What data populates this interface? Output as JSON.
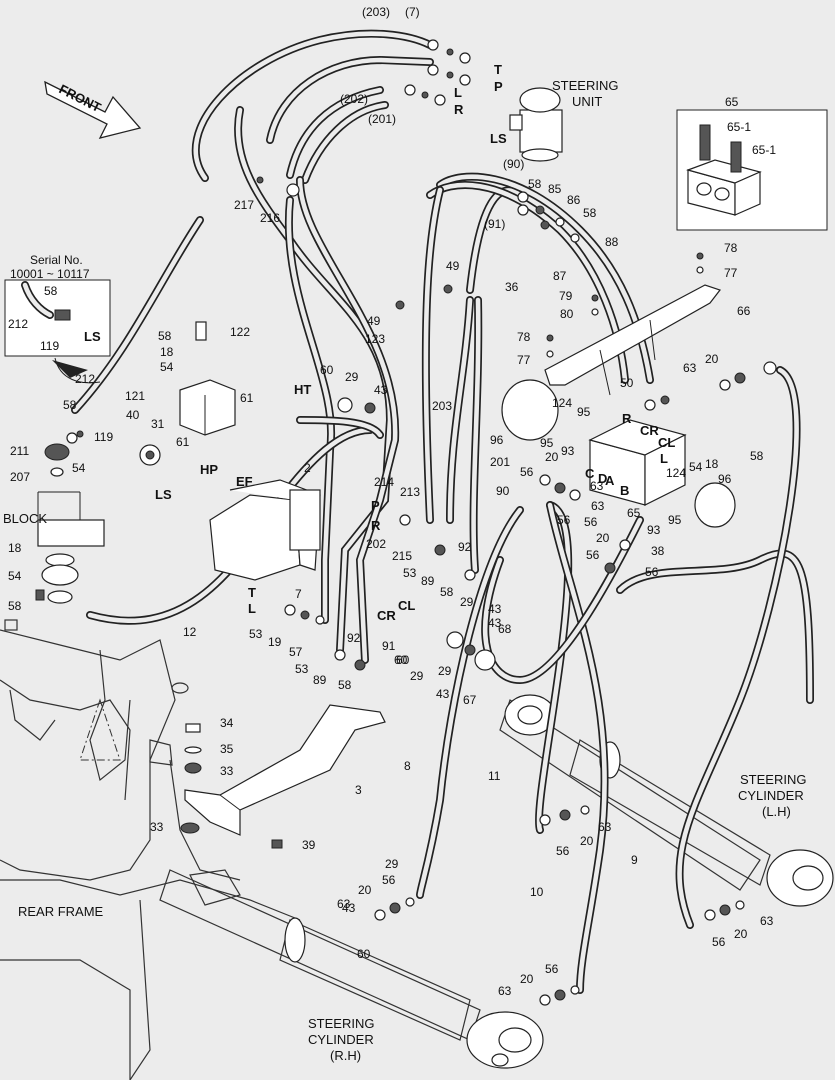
{
  "serial": {
    "title": "Serial No.",
    "range": "10001 ~ 10117"
  },
  "captions": {
    "front": "FRONT",
    "steering_unit": [
      "STEERING",
      "UNIT"
    ],
    "steering_cyl_lh": [
      "STEERING",
      "CYLINDER",
      "(L.H)"
    ],
    "steering_cyl_rh": [
      "STEERING",
      "CYLINDER",
      "(R.H)"
    ],
    "rear_frame": "REAR FRAME",
    "block": "BLOCK"
  },
  "ports": [
    "T",
    "P",
    "L",
    "R",
    "LS",
    "HT",
    "EF",
    "HP",
    "LS",
    "P",
    "R",
    "T",
    "L",
    "CR",
    "CL",
    "CR",
    "CL",
    "A",
    "B",
    "C",
    "D",
    "R",
    "L",
    "LS"
  ],
  "part_numbers": [
    "(203)",
    "(7)",
    "(202)",
    "(201)",
    "(90)",
    "(91)",
    "65",
    "65-1",
    "65-1",
    "217",
    "216",
    "58",
    "85",
    "86",
    "58",
    "88",
    "87",
    "78",
    "77",
    "66",
    "49",
    "36",
    "79",
    "80",
    "49",
    "123",
    "78",
    "77",
    "58",
    "122",
    "18",
    "54",
    "121",
    "212",
    "58",
    "212",
    "119",
    "60",
    "29",
    "43",
    "61",
    "58",
    "119",
    "40",
    "31",
    "61",
    "211",
    "207",
    "54",
    "2",
    "203",
    "201",
    "90",
    "96",
    "124",
    "95",
    "95",
    "20",
    "93",
    "63",
    "56",
    "56",
    "63",
    "56",
    "65",
    "93",
    "20",
    "38",
    "56",
    "54",
    "124",
    "18",
    "95",
    "96",
    "58",
    "63",
    "20",
    "56",
    "214",
    "213",
    "215",
    "92",
    "53",
    "89",
    "58",
    "60",
    "29",
    "43",
    "7",
    "202",
    "53",
    "19",
    "57",
    "53",
    "89",
    "92",
    "91",
    "58",
    "29",
    "43",
    "68",
    "60",
    "29",
    "43",
    "67",
    "12",
    "34",
    "35",
    "33",
    "3",
    "33",
    "39",
    "8",
    "11",
    "63",
    "20",
    "56",
    "10",
    "9",
    "63",
    "56",
    "20",
    "20",
    "56",
    "63",
    "20",
    "56",
    "63",
    "60",
    "29",
    "43",
    "18",
    "54",
    "58",
    "50"
  ]
}
